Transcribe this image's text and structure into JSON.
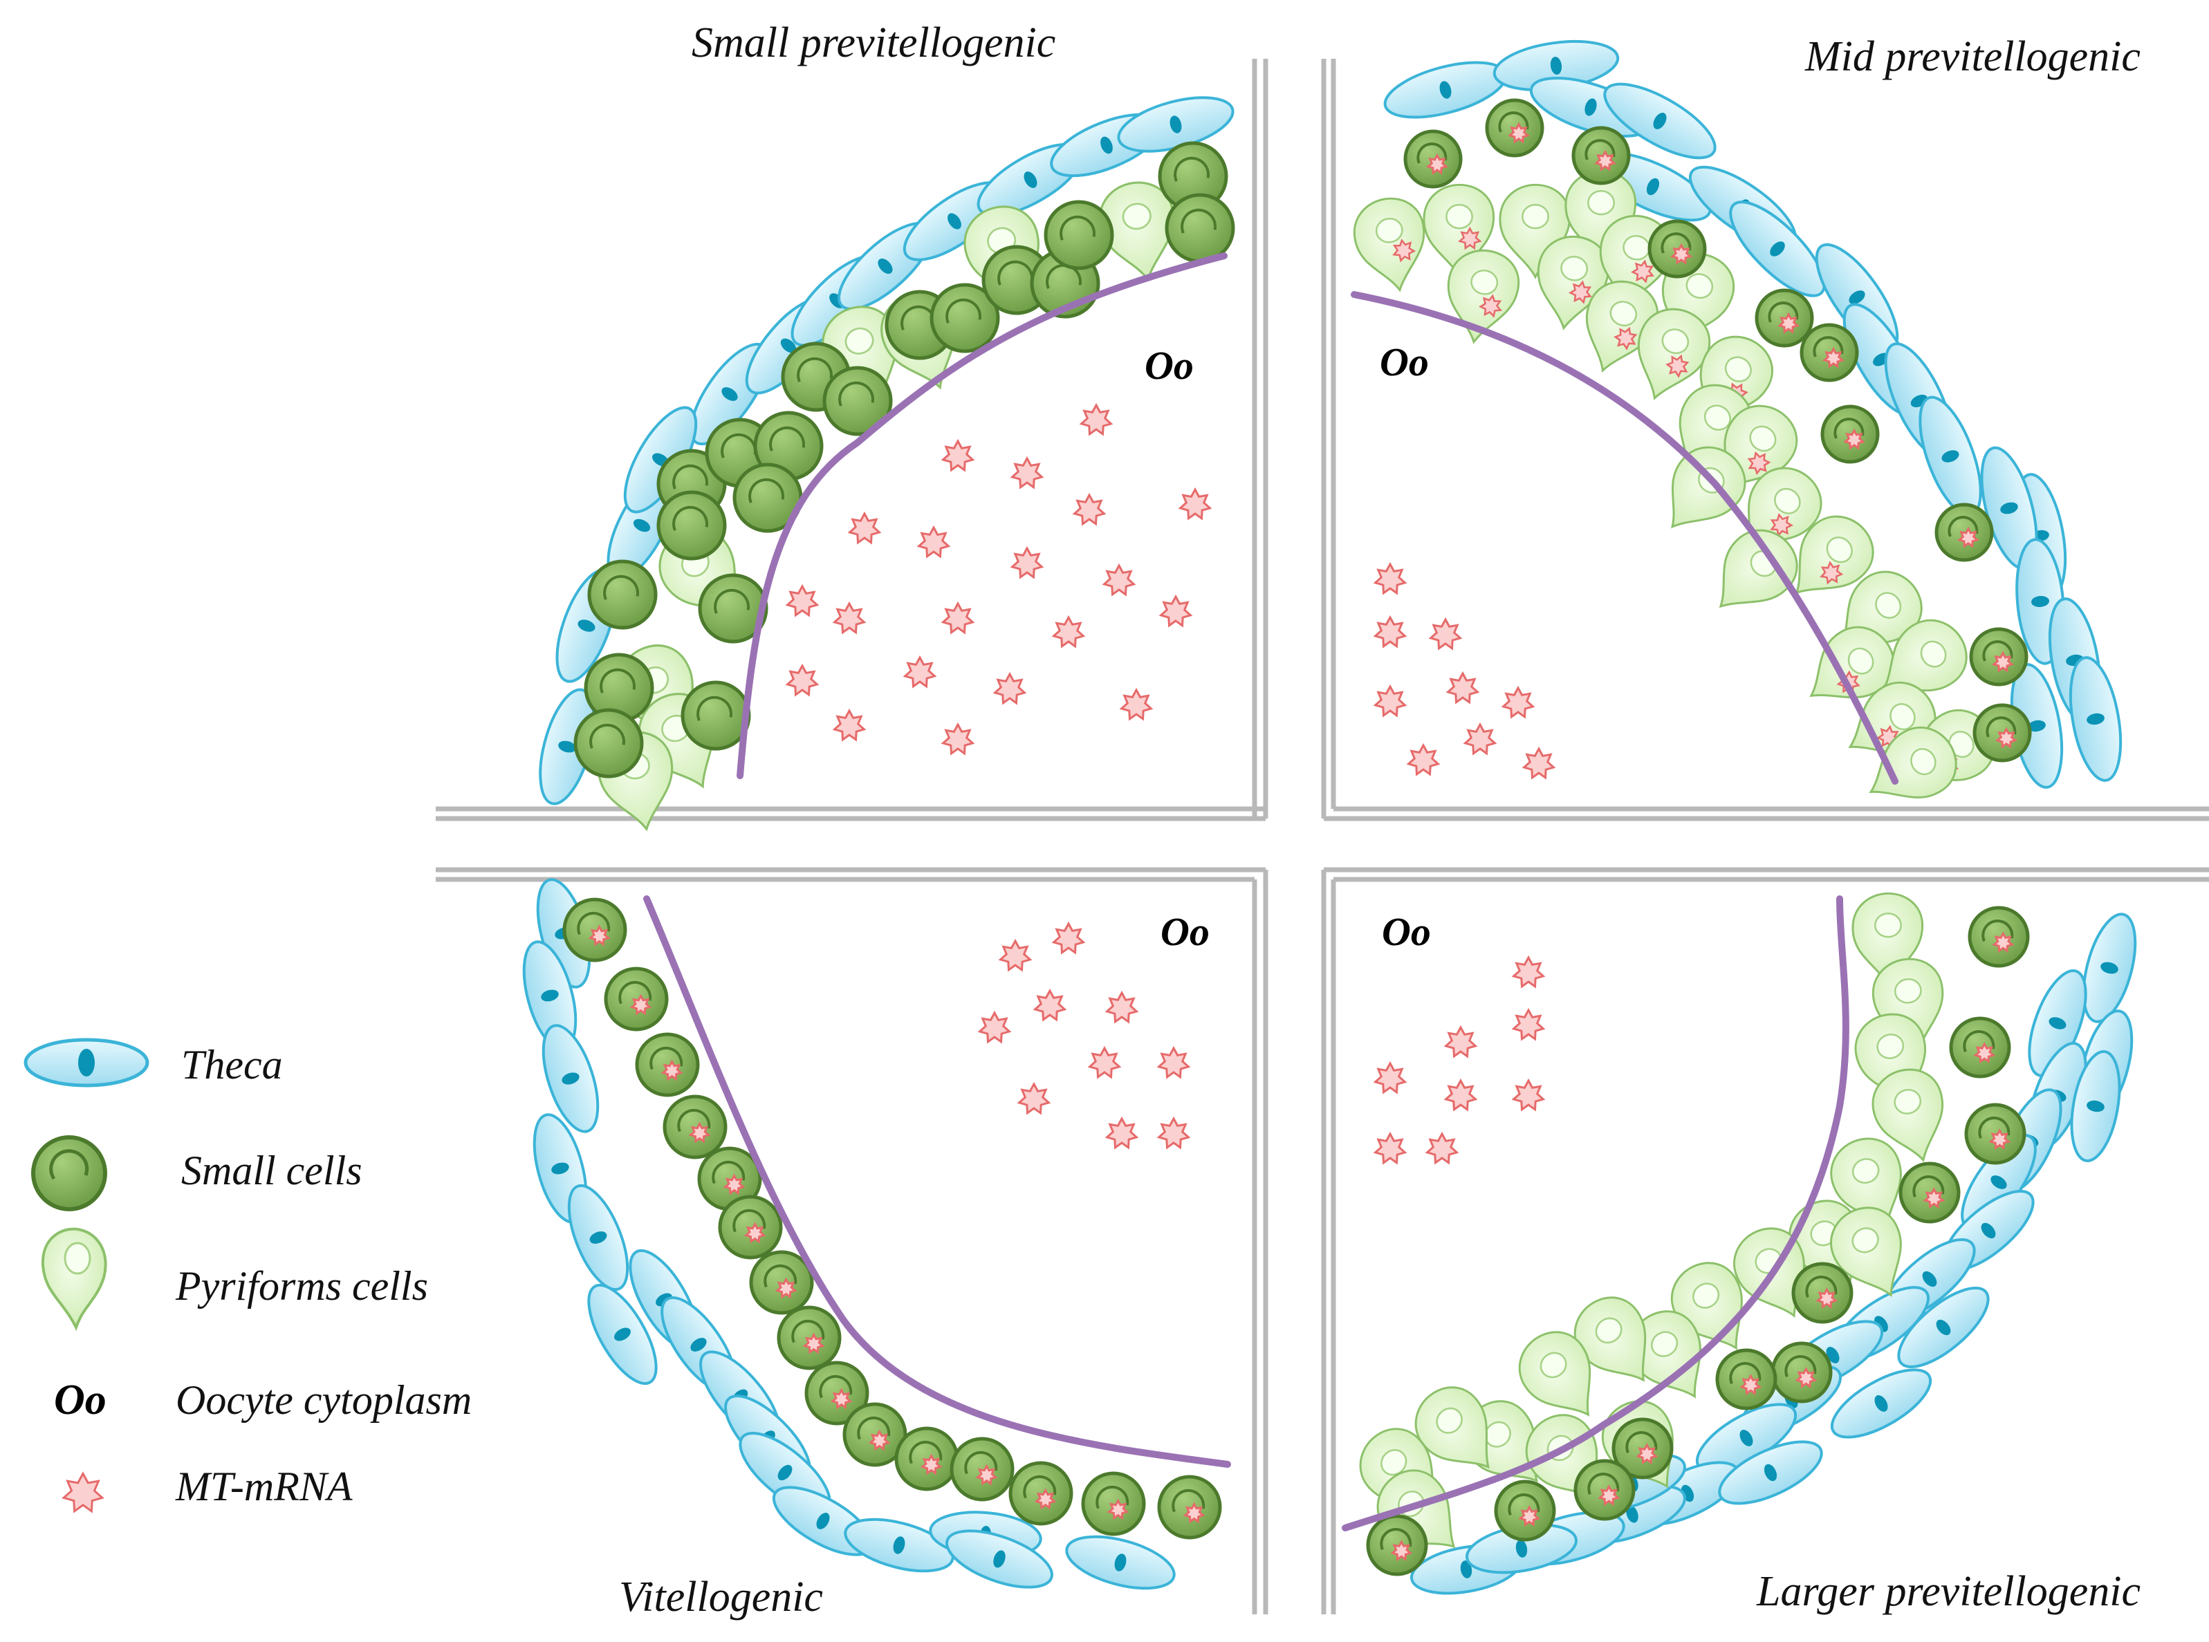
{
  "panels": {
    "top_left": {
      "title": "Small previtellogenic",
      "oocyte_label": "Oo"
    },
    "top_right": {
      "title": "Mid previtellogenic",
      "oocyte_label": "Oo"
    },
    "bottom_left": {
      "title": "Vitellogenic",
      "oocyte_label": "Oo"
    },
    "bottom_right": {
      "title": "Larger previtellogenic",
      "oocyte_label": "Oo"
    }
  },
  "legend": [
    {
      "label": "Theca",
      "icon": "theca-cell-icon"
    },
    {
      "label": "Small cells",
      "icon": "small-cell-icon"
    },
    {
      "label": "Pyriforms cells",
      "icon": "pyriform-cell-icon"
    },
    {
      "label": "Oocyte cytoplasm",
      "icon": "oocyte-symbol-icon",
      "symbol": "Oo"
    },
    {
      "label": "MT-mRNA",
      "icon": "mt-mrna-star-icon"
    }
  ],
  "colors": {
    "theca_fill": "#bfeaf7",
    "theca_stroke": "#3bb4d8",
    "theca_nucleus": "#0a93b5",
    "small_cell_fill": "#7fae55",
    "small_cell_stroke": "#4c7a2c",
    "pyriform_fill": "#dff5c9",
    "pyriform_stroke": "#8cc06a",
    "oocyte_membrane": "#9a72b4",
    "mrna_fill": "#fbd0d0",
    "mrna_stroke": "#e66a6a",
    "frame": "#b8b8b8"
  }
}
